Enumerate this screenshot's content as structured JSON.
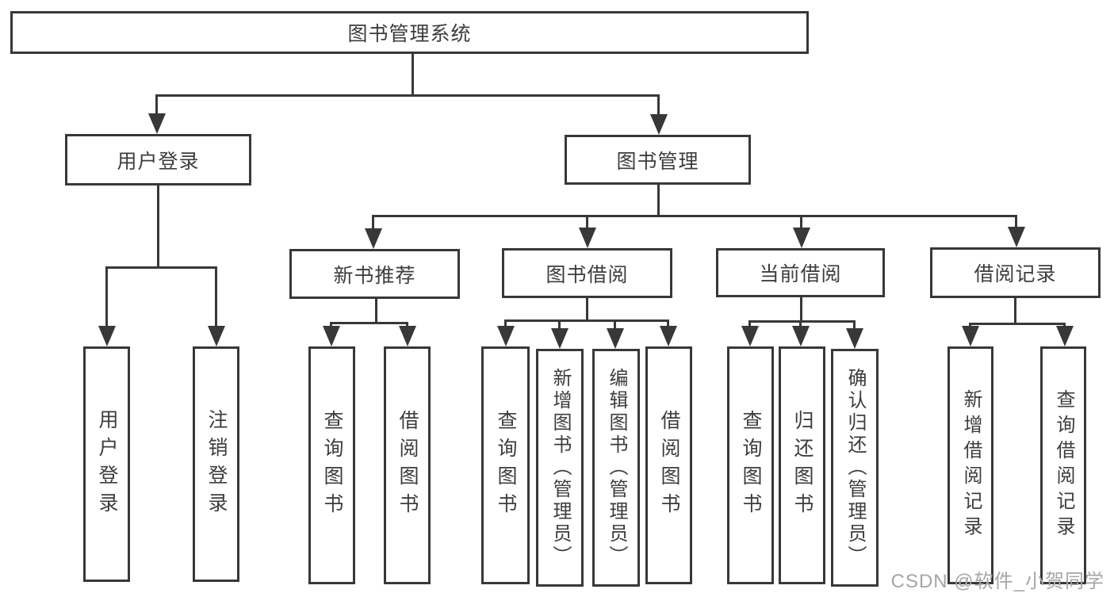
{
  "tree": {
    "label": "图书管理系统",
    "children": [
      {
        "label": "用户登录",
        "children": [
          {
            "label": "用户登录"
          },
          {
            "label": "注销登录"
          }
        ]
      },
      {
        "label": "图书管理",
        "children": [
          {
            "label": "新书推荐",
            "children": [
              {
                "label": "查询图书"
              },
              {
                "label": "借阅图书"
              }
            ]
          },
          {
            "label": "图书借阅",
            "children": [
              {
                "label": "查询图书"
              },
              {
                "label": "新增图书（管理员）"
              },
              {
                "label": "编辑图书（管理员）"
              },
              {
                "label": "借阅图书"
              }
            ]
          },
          {
            "label": "当前借阅",
            "children": [
              {
                "label": "查询图书"
              },
              {
                "label": "归还图书"
              },
              {
                "label": "确认归还（管理员）"
              }
            ]
          },
          {
            "label": "借阅记录",
            "children": [
              {
                "label": "新增借阅记录"
              },
              {
                "label": "查询借阅记录"
              }
            ]
          }
        ]
      }
    ]
  },
  "watermark": {
    "text": "CSDN @软件_小贺同学"
  },
  "colors": {
    "line": "#383838",
    "text": "#3d3d3d",
    "watermark": "#a6a6a6"
  }
}
